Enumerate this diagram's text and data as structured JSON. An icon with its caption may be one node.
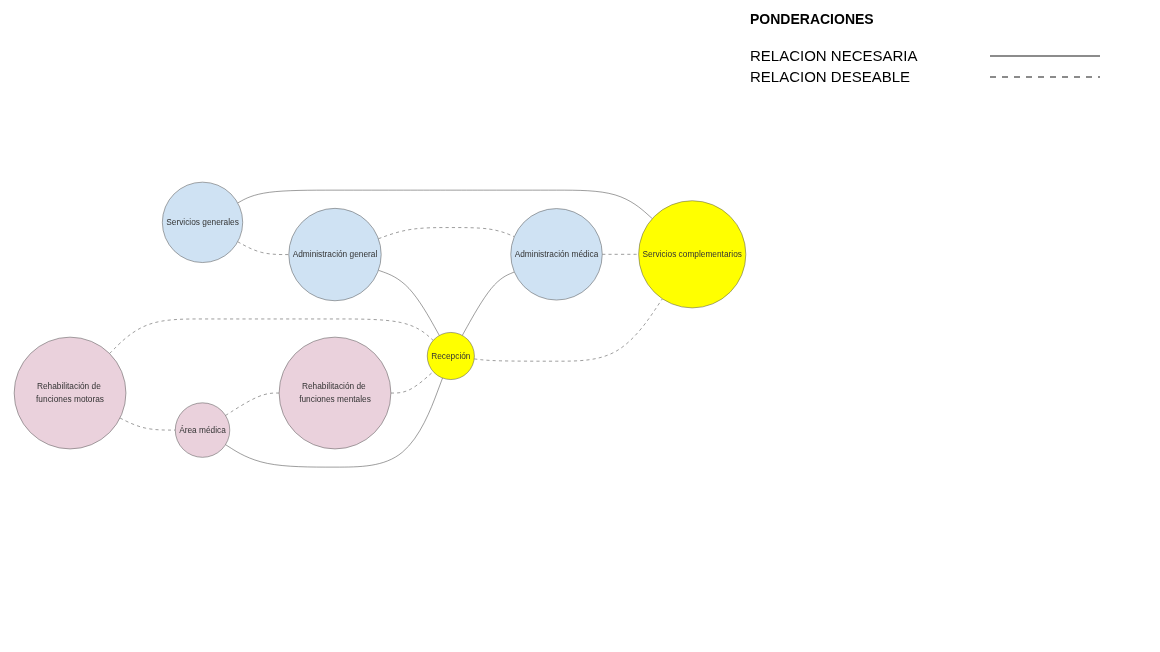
{
  "diagram": {
    "title": "PONDERACIONES",
    "nodes": [
      {
        "text": [
          "Servicios generales"
        ]
      },
      {
        "text": [
          "Rehabilitación de funciones motoras"
        ]
      },
      {
        "text": [
          "Administración general"
        ]
      },
      {
        "text": [
          "Servicios complementarios"
        ]
      },
      {
        "text": [
          "Área médica"
        ]
      },
      {
        "text": [
          "Recepción"
        ]
      },
      {
        "text": [
          "Administración médica"
        ]
      },
      {
        "text": [
          "Rehabilitación de funciones mentales"
        ]
      }
    ],
    "edges": [
      {
        "from": 0,
        "to": 2,
        "arrow": "none",
        "style": "dashed"
      },
      {
        "from": 0,
        "to": 3,
        "arrow": "none"
      },
      {
        "from": 1,
        "to": 4,
        "arrow": "none",
        "style": "dashed"
      },
      {
        "from": 1,
        "to": 5,
        "arrow": "none",
        "style": "dashed"
      },
      {
        "from": 2,
        "to": 5,
        "arrow": "none"
      },
      {
        "from": 2,
        "to": 6,
        "arrow": "none",
        "style": "dashed"
      },
      {
        "from": 4,
        "to": 5,
        "arrow": "none"
      },
      {
        "from": 5,
        "to": 3,
        "arrow": "none",
        "style": "dashed"
      },
      {
        "from": 5,
        "to": 6,
        "arrow": "none"
      },
      {
        "from": 4,
        "to": 7,
        "arrow": "none",
        "style": "dashed"
      },
      {
        "from": 7,
        "to": 5,
        "arrow": "none",
        "style": "dashed"
      },
      {
        "from": 6,
        "to": 3,
        "arrow": "none",
        "style": "dashed"
      }
    ],
    "legend": [
      {
        "text": "RELACION NECESARIA"
      },
      {
        "text": "RELACION DESEABLE"
      }
    ]
  }
}
